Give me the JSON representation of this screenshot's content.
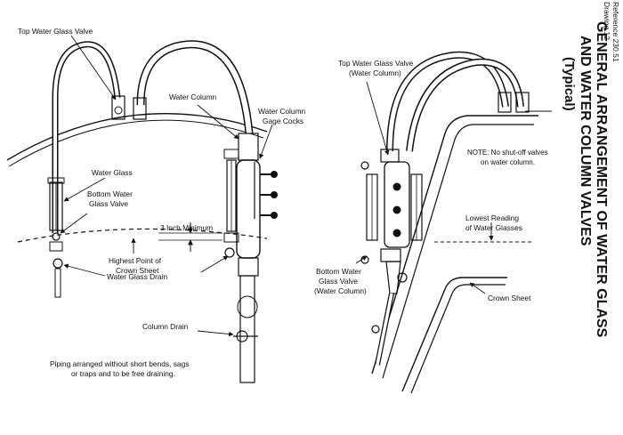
{
  "title": {
    "line1": "GENERAL ARRANGEMENT OF WATER GLASS",
    "line2": "AND WATER COLUMN VALVES",
    "line3": "(Typical)"
  },
  "reference": {
    "ref": "Reference 230.51",
    "drawing": "Drawing 12"
  },
  "left_view": {
    "top_water_glass_valve": "Top Water Glass Valve",
    "water_column": "Water Column",
    "gage_cocks_1": "Water Column",
    "gage_cocks_2": "Gage Cocks",
    "water_glass": "Water Glass",
    "bottom_valve_1": "Bottom Water",
    "bottom_valve_2": "Glass Valve",
    "minimum": "3 Inch Minimum",
    "highest_1": "Highest Point of",
    "highest_2": "Crown Sheet",
    "drain": "Water Glass Drain",
    "column_drain": "Column Drain",
    "note_1": "Piping arranged without short bends, sags",
    "note_2": "or traps and to be free draining."
  },
  "right_view": {
    "top_valve_1": "Top Water Glass Valve",
    "top_valve_2": "(Water Column)",
    "note_1": "NOTE: No shut-off valves",
    "note_2": "on water column.",
    "lowest_1": "Lowest Reading",
    "lowest_2": "of Water Glasses",
    "bottom_valve_1": "Bottom Water",
    "bottom_valve_2": "Glass Valve",
    "bottom_valve_3": "(Water Column)",
    "crown_sheet": "Crown Sheet"
  },
  "colors": {
    "ink": "#111111",
    "background": "#ffffff"
  }
}
